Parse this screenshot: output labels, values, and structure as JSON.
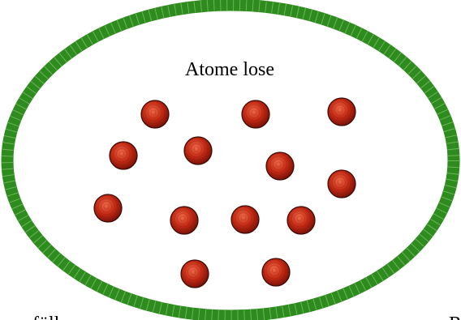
{
  "title": "Atome lose",
  "bottom_left_text": "füll",
  "bottom_right_text": "R",
  "colors": {
    "ring": "#2e8b1e",
    "ring_light": "#9fd88a",
    "atom_dark": "#7a1208",
    "atom_mid": "#c42a14",
    "atom_light": "#ef6a4a",
    "background": "#ffffff"
  },
  "atom_count": 13
}
